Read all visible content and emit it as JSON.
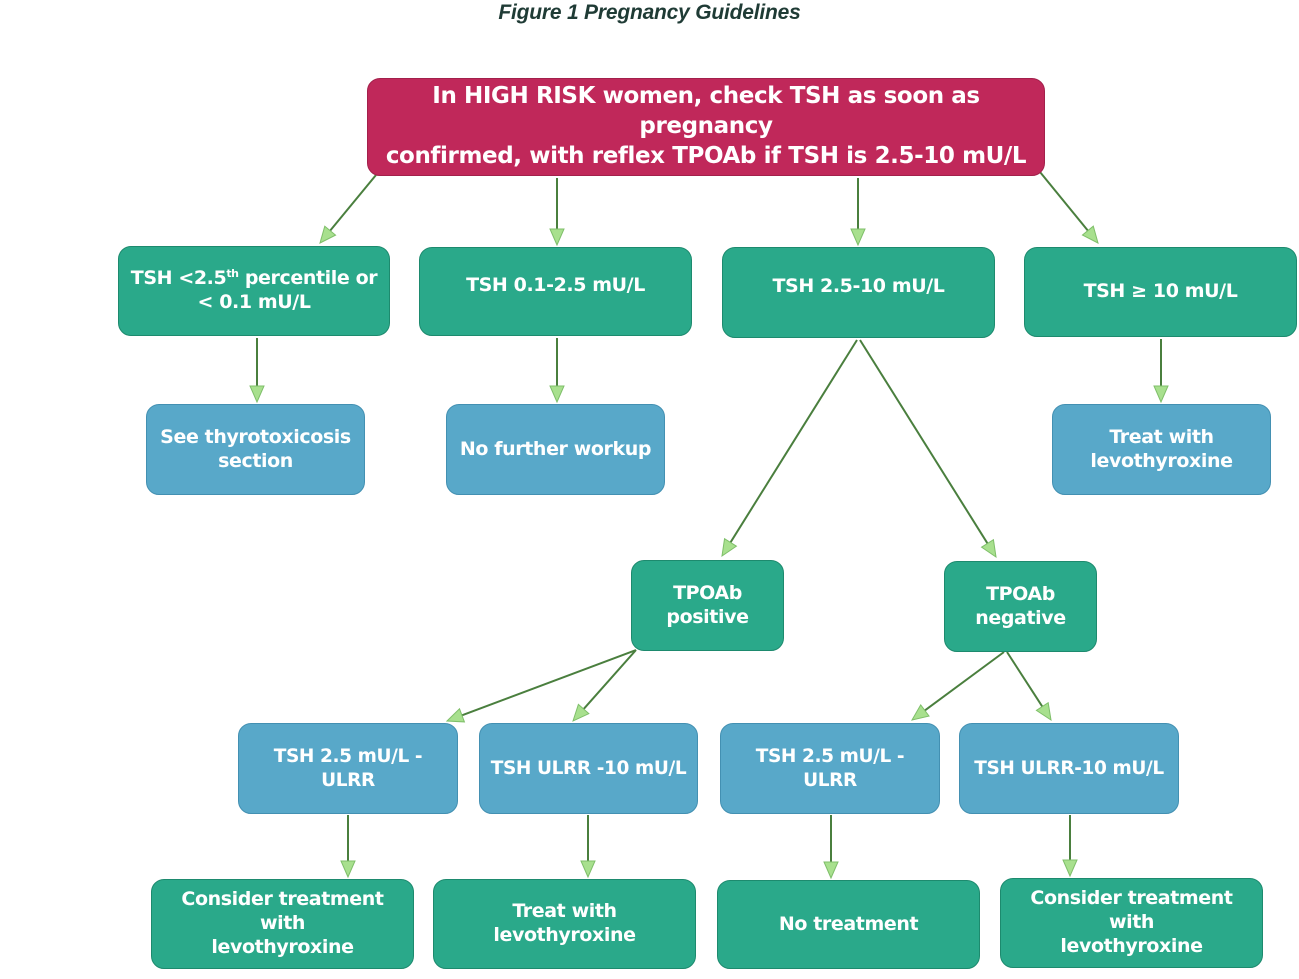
{
  "caption": "Figure  1 Pregnancy Guidelines",
  "root": {
    "line1": "In HIGH RISK women, check TSH as soon as pregnancy",
    "line2": "confirmed, with reflex TPOAb if TSH is 2.5-10 mU/L"
  },
  "level1": {
    "tsh_low": {
      "line1_pre": "TSH <2.5",
      "line1_sup": "th",
      "line1_post": " percentile or",
      "line2": "< 0.1 mU/L"
    },
    "tsh_normal": "TSH  0.1-2.5  mU/L",
    "tsh_mid": "TSH 2.5-10 mU/L",
    "tsh_high": "TSH ≥ 10 mU/L"
  },
  "level2": {
    "thyrotoxicosis": {
      "line1": "See thyrotoxicosis",
      "line2": "section"
    },
    "no_workup": "No further workup",
    "treat_high": {
      "line1": "Treat with",
      "line2": "levothyroxine"
    }
  },
  "tpoab": {
    "positive": {
      "line1": "TPOAb",
      "line2": "positive"
    },
    "negative": {
      "line1": "TPOAb",
      "line2": "negative"
    }
  },
  "level3": {
    "pos_low": "TSH 2.5 mU/L  - ULRR",
    "pos_high": "TSH  ULRR -10  mU/L",
    "neg_low": "TSH 2.5 mU/L -  ULRR",
    "neg_high": "TSH  ULRR-10 mU/L"
  },
  "level4": {
    "pos_low": {
      "line1": "Consider treatment with",
      "line2": "levothyroxine"
    },
    "pos_high": {
      "line1": "Treat with",
      "line2": "levothyroxine"
    },
    "neg_low": "No  treatment",
    "neg_high": {
      "line1": "Consider treatment with",
      "line2": "levothyroxine"
    }
  },
  "colors": {
    "root": "#c0285a",
    "decision": "#2aa98a",
    "outcome": "#58a8c9",
    "arrow_line": "#4a7f3e",
    "arrow_head": "#a8e08e"
  }
}
